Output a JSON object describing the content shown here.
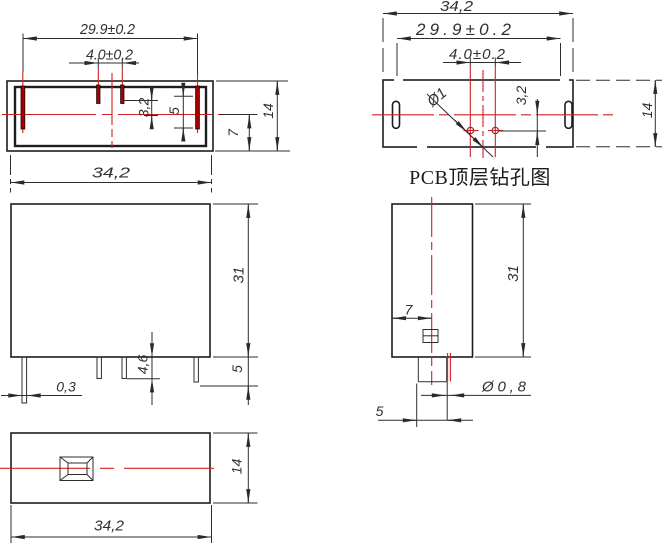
{
  "drawing_title": "PCB顶层钻孔图",
  "top_view": {
    "width_tol": "29.9±0.2",
    "pin_spacing_tol": "4.0±0.2",
    "pin_offset": "3,2",
    "slot_offset": "5",
    "half_height": "7",
    "height": "14",
    "overall_width": "34,2"
  },
  "front_view": {
    "body_height": "31",
    "pin_length": "5",
    "pin_length_short": "4,6",
    "pin_thickness": "0,3"
  },
  "bottom_view": {
    "height": "14",
    "overall_width": "34,2"
  },
  "pcb_view": {
    "overall_width": "34,2",
    "width_tol": "29.9±0.2",
    "hole_spacing_tol": "4.0±0.2",
    "hole_dia": "Ø1",
    "hole_offset": "3,2",
    "height": "14",
    "caption": "PCB顶层钻孔图"
  },
  "side_view": {
    "pin_position": "7",
    "body_height": "31",
    "pin_dia": "Ø0,8",
    "pin_offset": "5"
  }
}
